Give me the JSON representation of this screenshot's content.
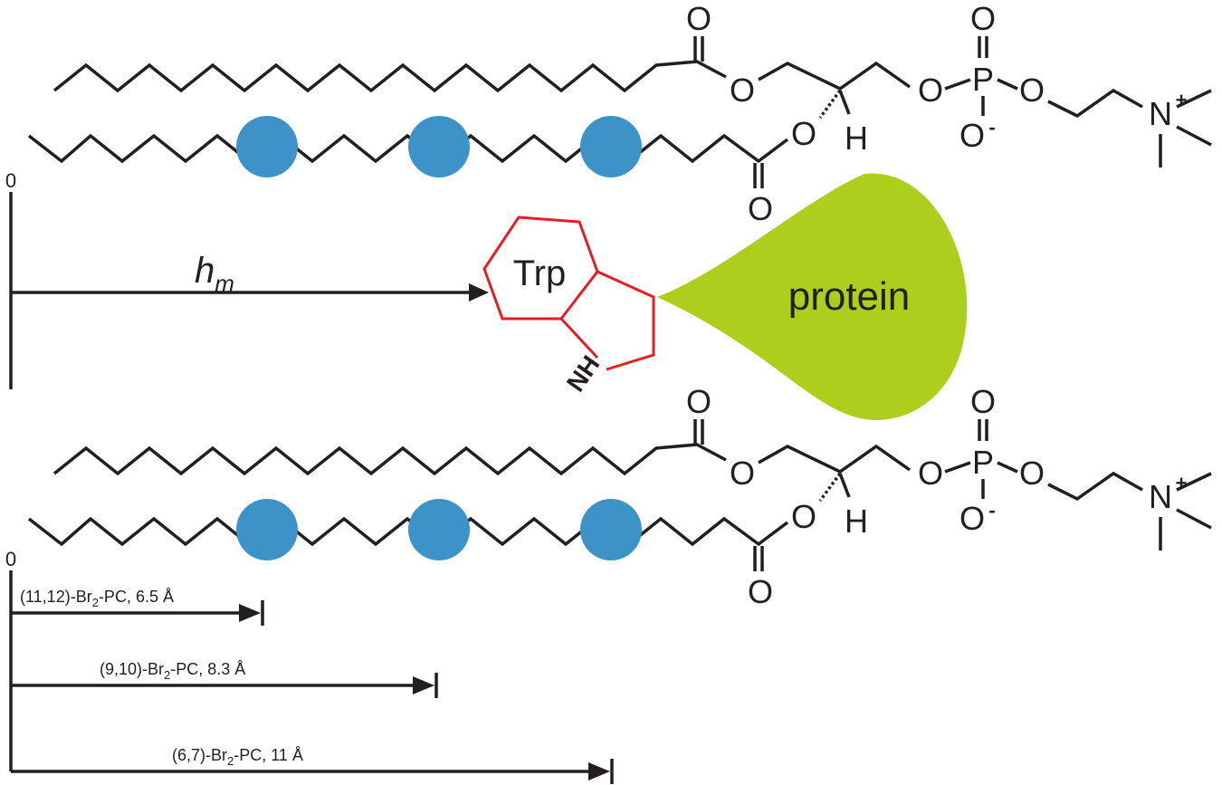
{
  "colors": {
    "bromine_atom": "#3d92c8",
    "protein": "#acce1c",
    "tryptophan_ring": "#e31e24",
    "line": "#231f20"
  },
  "lipid": {
    "oxygen": "O",
    "phosphorus": "P",
    "nitrogen": "N",
    "hydrogen": "H",
    "plus_charge": "+",
    "minus_charge": "-"
  },
  "tryptophan": {
    "label": "Trp",
    "nh_label": "NH"
  },
  "protein": {
    "label": "protein"
  },
  "depth": {
    "origin_label": "0",
    "symbol": "h",
    "subscript": "m"
  },
  "quencher_depths": [
    {
      "prefix": "(11,12)-Br",
      "subscript": "2",
      "suffix": "-PC, 6.5 Å"
    },
    {
      "prefix": "(9,10)-Br",
      "subscript": "2",
      "suffix": "-PC, 8.3 Å"
    },
    {
      "prefix": "(6,7)-Br",
      "subscript": "2",
      "suffix": "-PC, 11 Å"
    }
  ]
}
